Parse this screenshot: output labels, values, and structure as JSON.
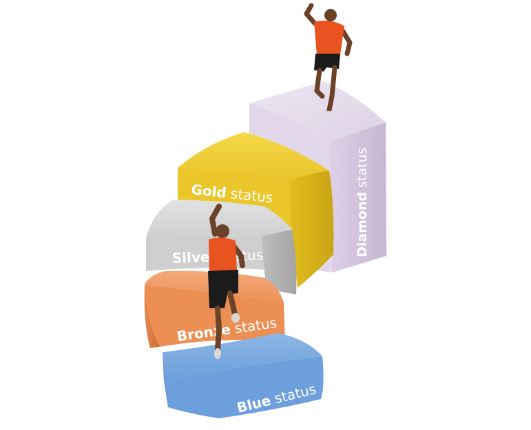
{
  "steps": [
    {
      "key": "blue",
      "strong": "Blue",
      "rest": " status",
      "color": "#5b93d4"
    },
    {
      "key": "bronze",
      "strong": "Bronze",
      "rest": " status",
      "color": "#e8884e"
    },
    {
      "key": "silver",
      "strong": "Silver",
      "rest": " status",
      "color": "#c6c6c6"
    },
    {
      "key": "gold",
      "strong": "Gold",
      "rest": " status",
      "color": "#e7c426"
    },
    {
      "key": "diamond",
      "strong": "Diamond",
      "rest": " status",
      "color": "#d9cce3"
    }
  ],
  "runner_colors": {
    "shirt": "#e8531f",
    "shorts": "#1b1b1b",
    "skin": "#6b4228"
  }
}
